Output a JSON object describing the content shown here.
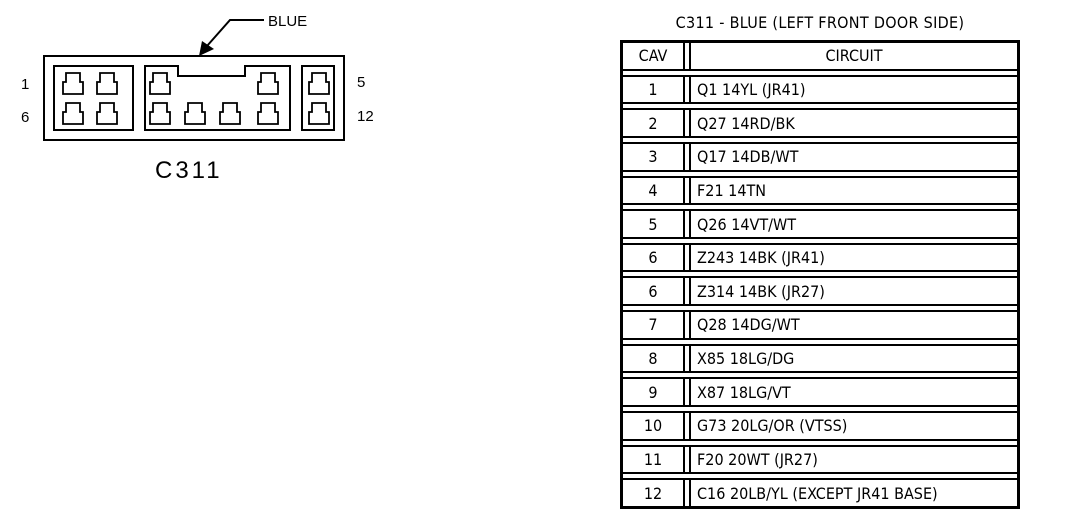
{
  "connector": {
    "name": "C311",
    "pointer_label": "BLUE",
    "pin_labels": {
      "top_left": "1",
      "bottom_left": "6",
      "top_right": "5",
      "bottom_right": "12"
    }
  },
  "table": {
    "title": "C311 - BLUE (LEFT FRONT DOOR SIDE)",
    "headers": {
      "cav": "CAV",
      "circuit": "CIRCUIT"
    },
    "rows": [
      {
        "cav": "1",
        "circuit": "Q1 14YL (JR41)"
      },
      {
        "cav": "2",
        "circuit": "Q27 14RD/BK"
      },
      {
        "cav": "3",
        "circuit": "Q17 14DB/WT"
      },
      {
        "cav": "4",
        "circuit": "F21 14TN"
      },
      {
        "cav": "5",
        "circuit": "Q26 14VT/WT"
      },
      {
        "cav": "6",
        "circuit": "Z243 14BK (JR41)"
      },
      {
        "cav": "6",
        "circuit": "Z314 14BK (JR27)"
      },
      {
        "cav": "7",
        "circuit": "Q28 14DG/WT"
      },
      {
        "cav": "8",
        "circuit": "X85 18LG/DG"
      },
      {
        "cav": "9",
        "circuit": "X87 18LG/VT"
      },
      {
        "cav": "10",
        "circuit": "G73 20LG/OR (VTSS)"
      },
      {
        "cav": "11",
        "circuit": "F20 20WT (JR27)"
      },
      {
        "cav": "12",
        "circuit": "C16 20LB/YL (EXCEPT JR41 BASE)"
      }
    ]
  }
}
